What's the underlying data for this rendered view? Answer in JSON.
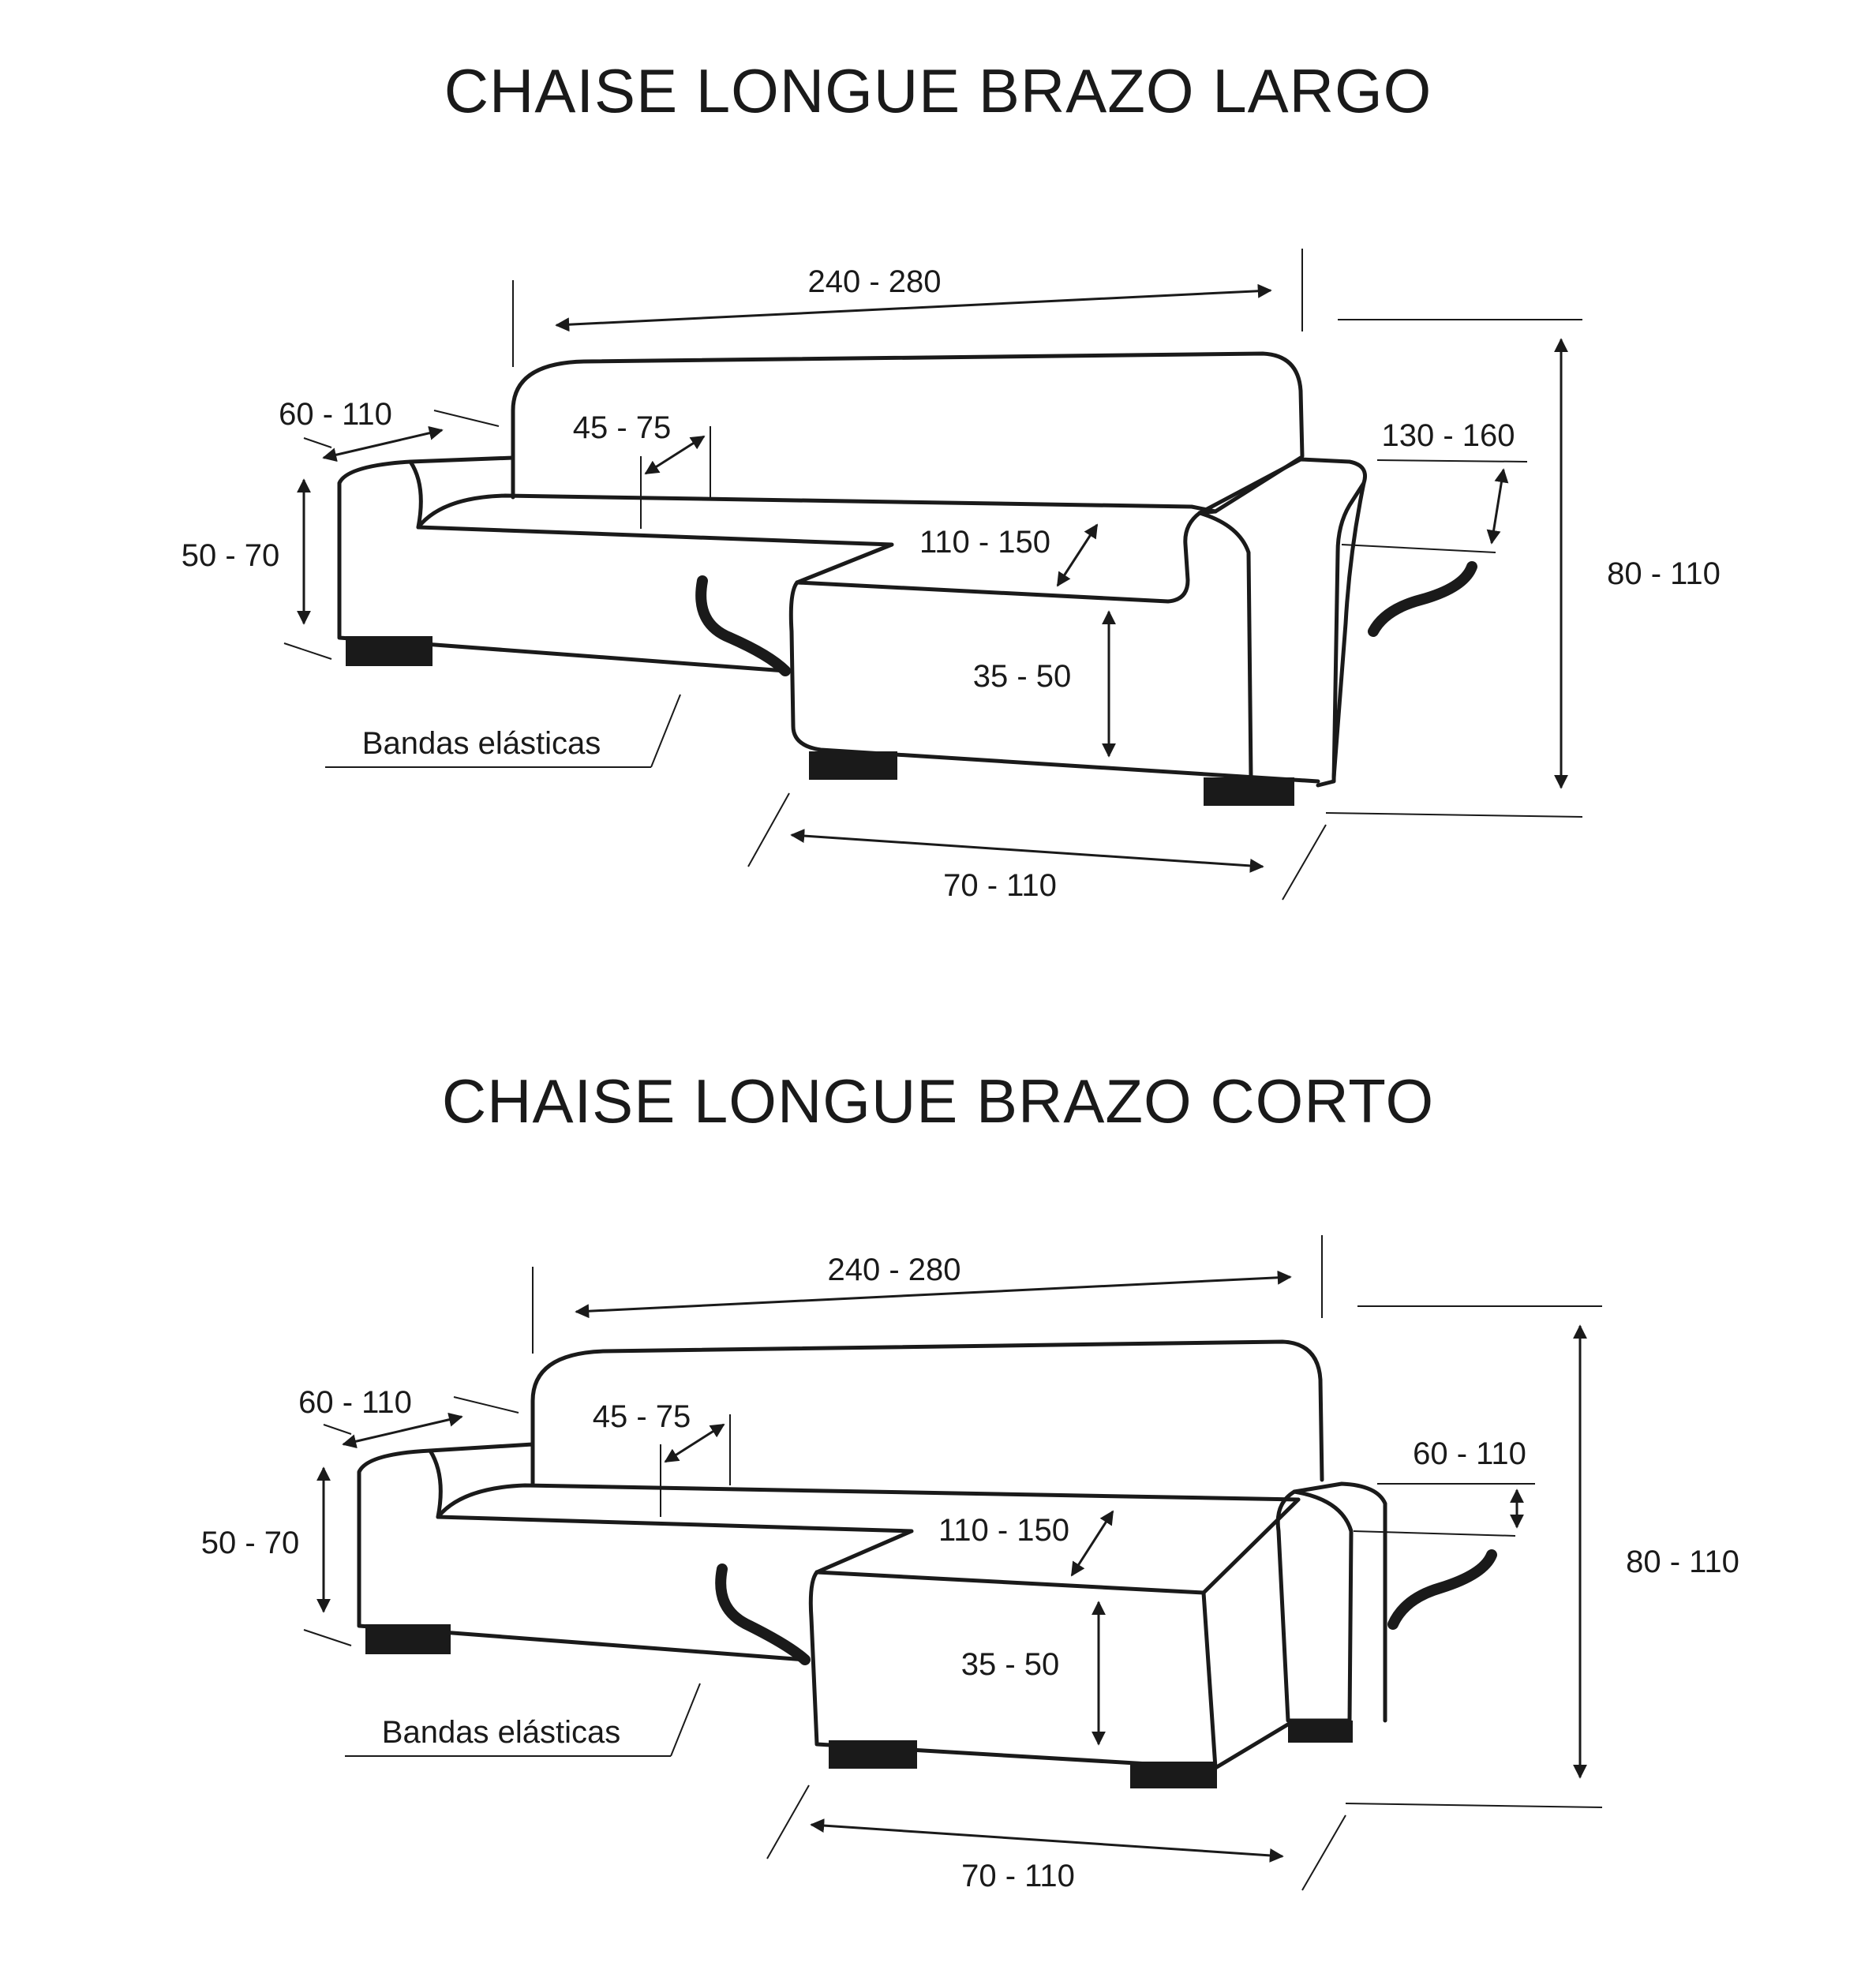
{
  "diagrams": [
    {
      "title": "CHAISE LONGUE BRAZO LARGO",
      "labels": {
        "total_width": "240 - 280",
        "arm_depth": "60 - 110",
        "back_height": "45 - 75",
        "arm_height": "50 - 70",
        "seat_depth": "110 - 150",
        "chaise_arm": "130 - 160",
        "total_height": "80 - 110",
        "seat_height": "35 - 50",
        "chaise_width": "70 - 110",
        "bands": "Bandas elásticas"
      }
    },
    {
      "title": "CHAISE LONGUE BRAZO CORTO",
      "labels": {
        "total_width": "240 - 280",
        "arm_depth": "60 - 110",
        "back_height": "45 - 75",
        "arm_height": "50 - 70",
        "seat_depth": "110 - 150",
        "chaise_arm": "60 - 110",
        "total_height": "80 - 110",
        "seat_height": "35 - 50",
        "chaise_width": "70 - 110",
        "bands": "Bandas elásticas"
      }
    }
  ]
}
